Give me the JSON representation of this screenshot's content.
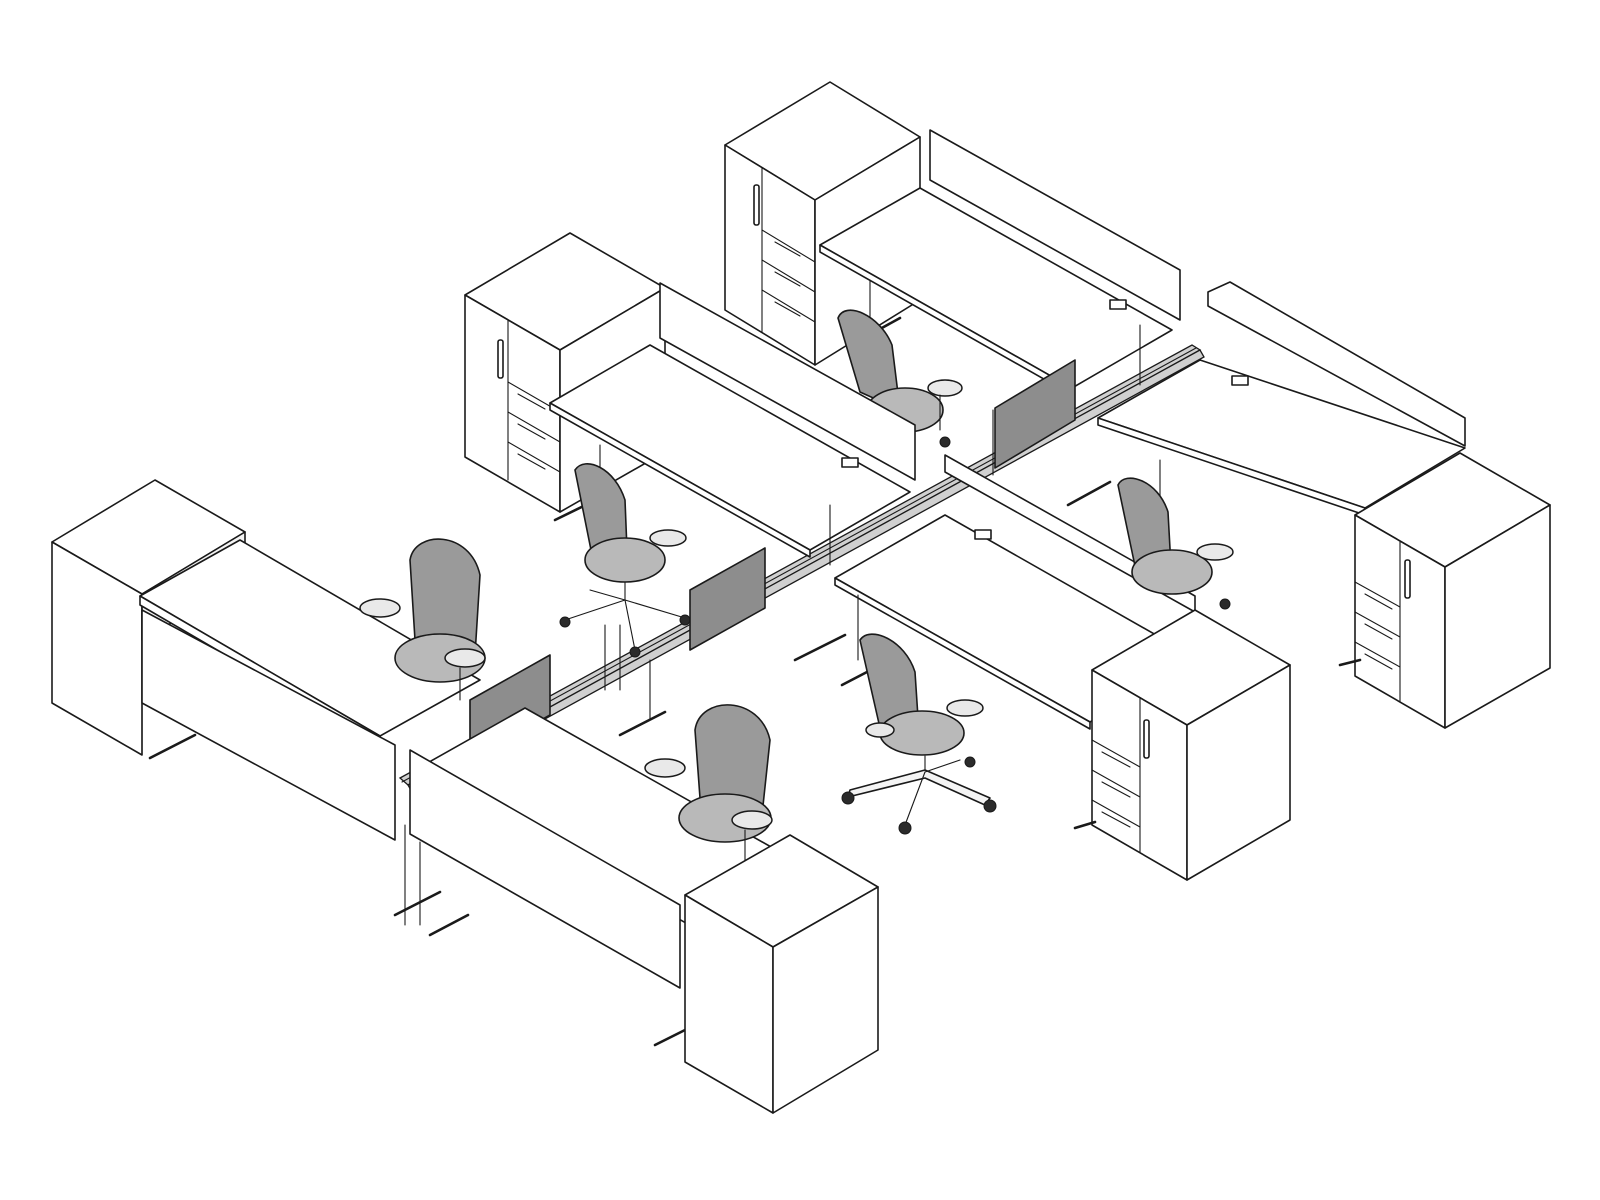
{
  "figure": {
    "kind": "isometric furniture line drawing",
    "palette": {
      "line": "#1a1a1a",
      "surface": "#ffffff",
      "privacy_screen": "#8d8d8d",
      "chair_back": "#9a9a9a",
      "chair_seat": "#b9b9b9"
    },
    "counts": {
      "workstations": 6,
      "task_chairs": 6,
      "storage_towers": 6
    }
  }
}
